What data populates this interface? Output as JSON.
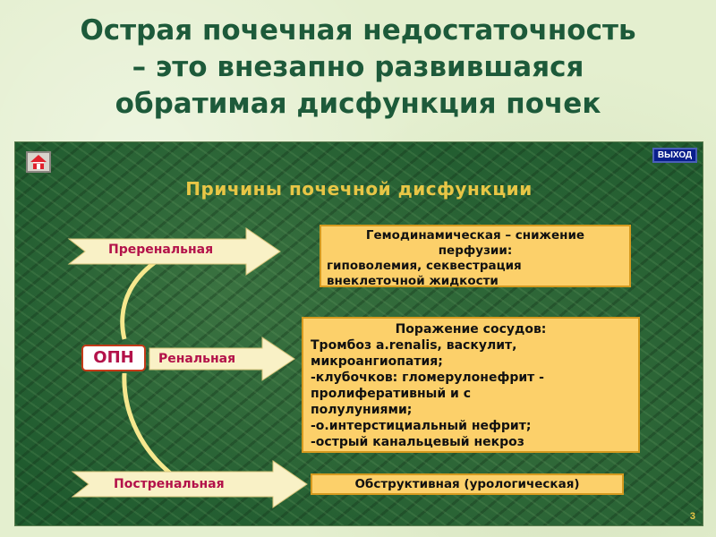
{
  "title_lines": [
    "Острая почечная недостаточность",
    "– это внезапно развившаяся",
    "обратимая дисфункция почек"
  ],
  "panel": {
    "exit_label": "ВЫХОД",
    "subtitle": "Причины почечной дисфункции",
    "center_label": "ОПН",
    "arrows": {
      "prerenal": "Преренальная",
      "renal": "Ренальная",
      "postrenal": "Постренальная"
    },
    "boxes": {
      "prerenal": [
        "Гемодинамическая – снижение",
        "перфузии:",
        "гиповолемия, секвестрация",
        "внеклеточной жидкости"
      ],
      "renal": [
        "Поражение сосудов:",
        "Тромбоз а.renalis, васкулит,",
        "микроангиопатия;",
        "-клубочков: гломерулонефрит -",
        "пролиферативный и с",
        "полулуниями;",
        "-о.интерстициальный нефрит;",
        "-острый канальцевый некроз"
      ],
      "postrenal": [
        "Обструктивная (урологическая)"
      ]
    },
    "page_number": "3",
    "colors": {
      "background_green": "#1f5a2e",
      "subtitle_yellow": "#e8c646",
      "box_fill": "#fcd06a",
      "label_crimson": "#b3124a",
      "exit_blue": "#0a1f8c"
    },
    "icons": [
      "home-icon"
    ]
  }
}
